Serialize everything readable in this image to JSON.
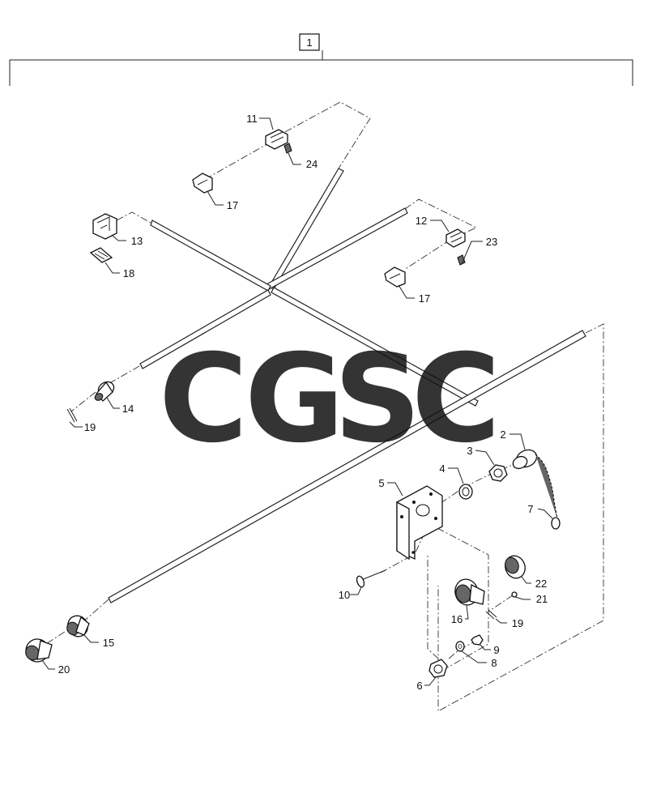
{
  "assembly": {
    "label": "1"
  },
  "watermark": {
    "letters": [
      {
        "char": "C",
        "color": "#7aa9f5"
      },
      {
        "char": "G",
        "color": "#f08c86"
      },
      {
        "char": "S",
        "color": "#fcd872"
      },
      {
        "char": "C",
        "color": "#72c28f"
      }
    ]
  },
  "callouts": {
    "c2": "2",
    "c3": "3",
    "c4": "4",
    "c5": "5",
    "c6": "6",
    "c7": "7",
    "c8": "8",
    "c9": "9",
    "c10": "10",
    "c11": "11",
    "c12": "12",
    "c13": "13",
    "c14": "14",
    "c15": "15",
    "c16": "16",
    "c17a": "17",
    "c17b": "17",
    "c18": "18",
    "c19a": "19",
    "c19b": "19",
    "c20": "20",
    "c21": "21",
    "c22": "22",
    "c23": "23",
    "c24": "24"
  }
}
